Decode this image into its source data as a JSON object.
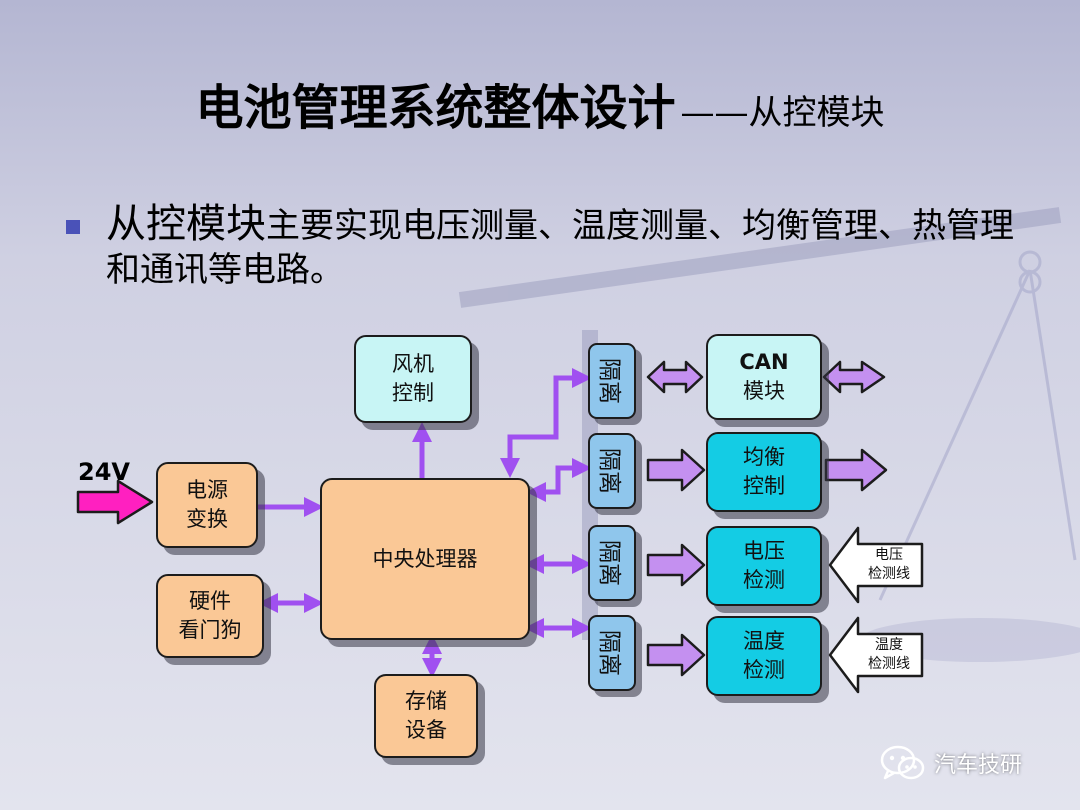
{
  "title": {
    "main": "电池管理系统整体设计",
    "sub": "——从控模块"
  },
  "bullet": {
    "highlight": "从控模块",
    "rest": "主要实现电压测量、温度测量、均衡管理、热管理和通讯等电路。"
  },
  "diagram": {
    "input_label": "24V",
    "fan": [
      "风机",
      "控制"
    ],
    "power": [
      "电源",
      "变换"
    ],
    "cpu": "中央处理器",
    "watchdog": [
      "硬件",
      "看门狗"
    ],
    "storage": [
      "存储",
      "设备"
    ],
    "isolation": "隔离",
    "can": [
      "CAN",
      "模块"
    ],
    "balance": [
      "均衡",
      "控制"
    ],
    "voltage": [
      "电压",
      "检测"
    ],
    "temperature": [
      "温度",
      "检测"
    ],
    "voltage_line": [
      "电压",
      "检测线"
    ],
    "temperature_line": [
      "温度",
      "检测线"
    ]
  },
  "watermark": "汽车技研",
  "colors": {
    "arrow": "#a050f0",
    "input_arrow": "#ff20c0",
    "orange_box": "#fac896",
    "cyan_box": "#14cce4",
    "isolation_box": "#8fc6ec"
  }
}
